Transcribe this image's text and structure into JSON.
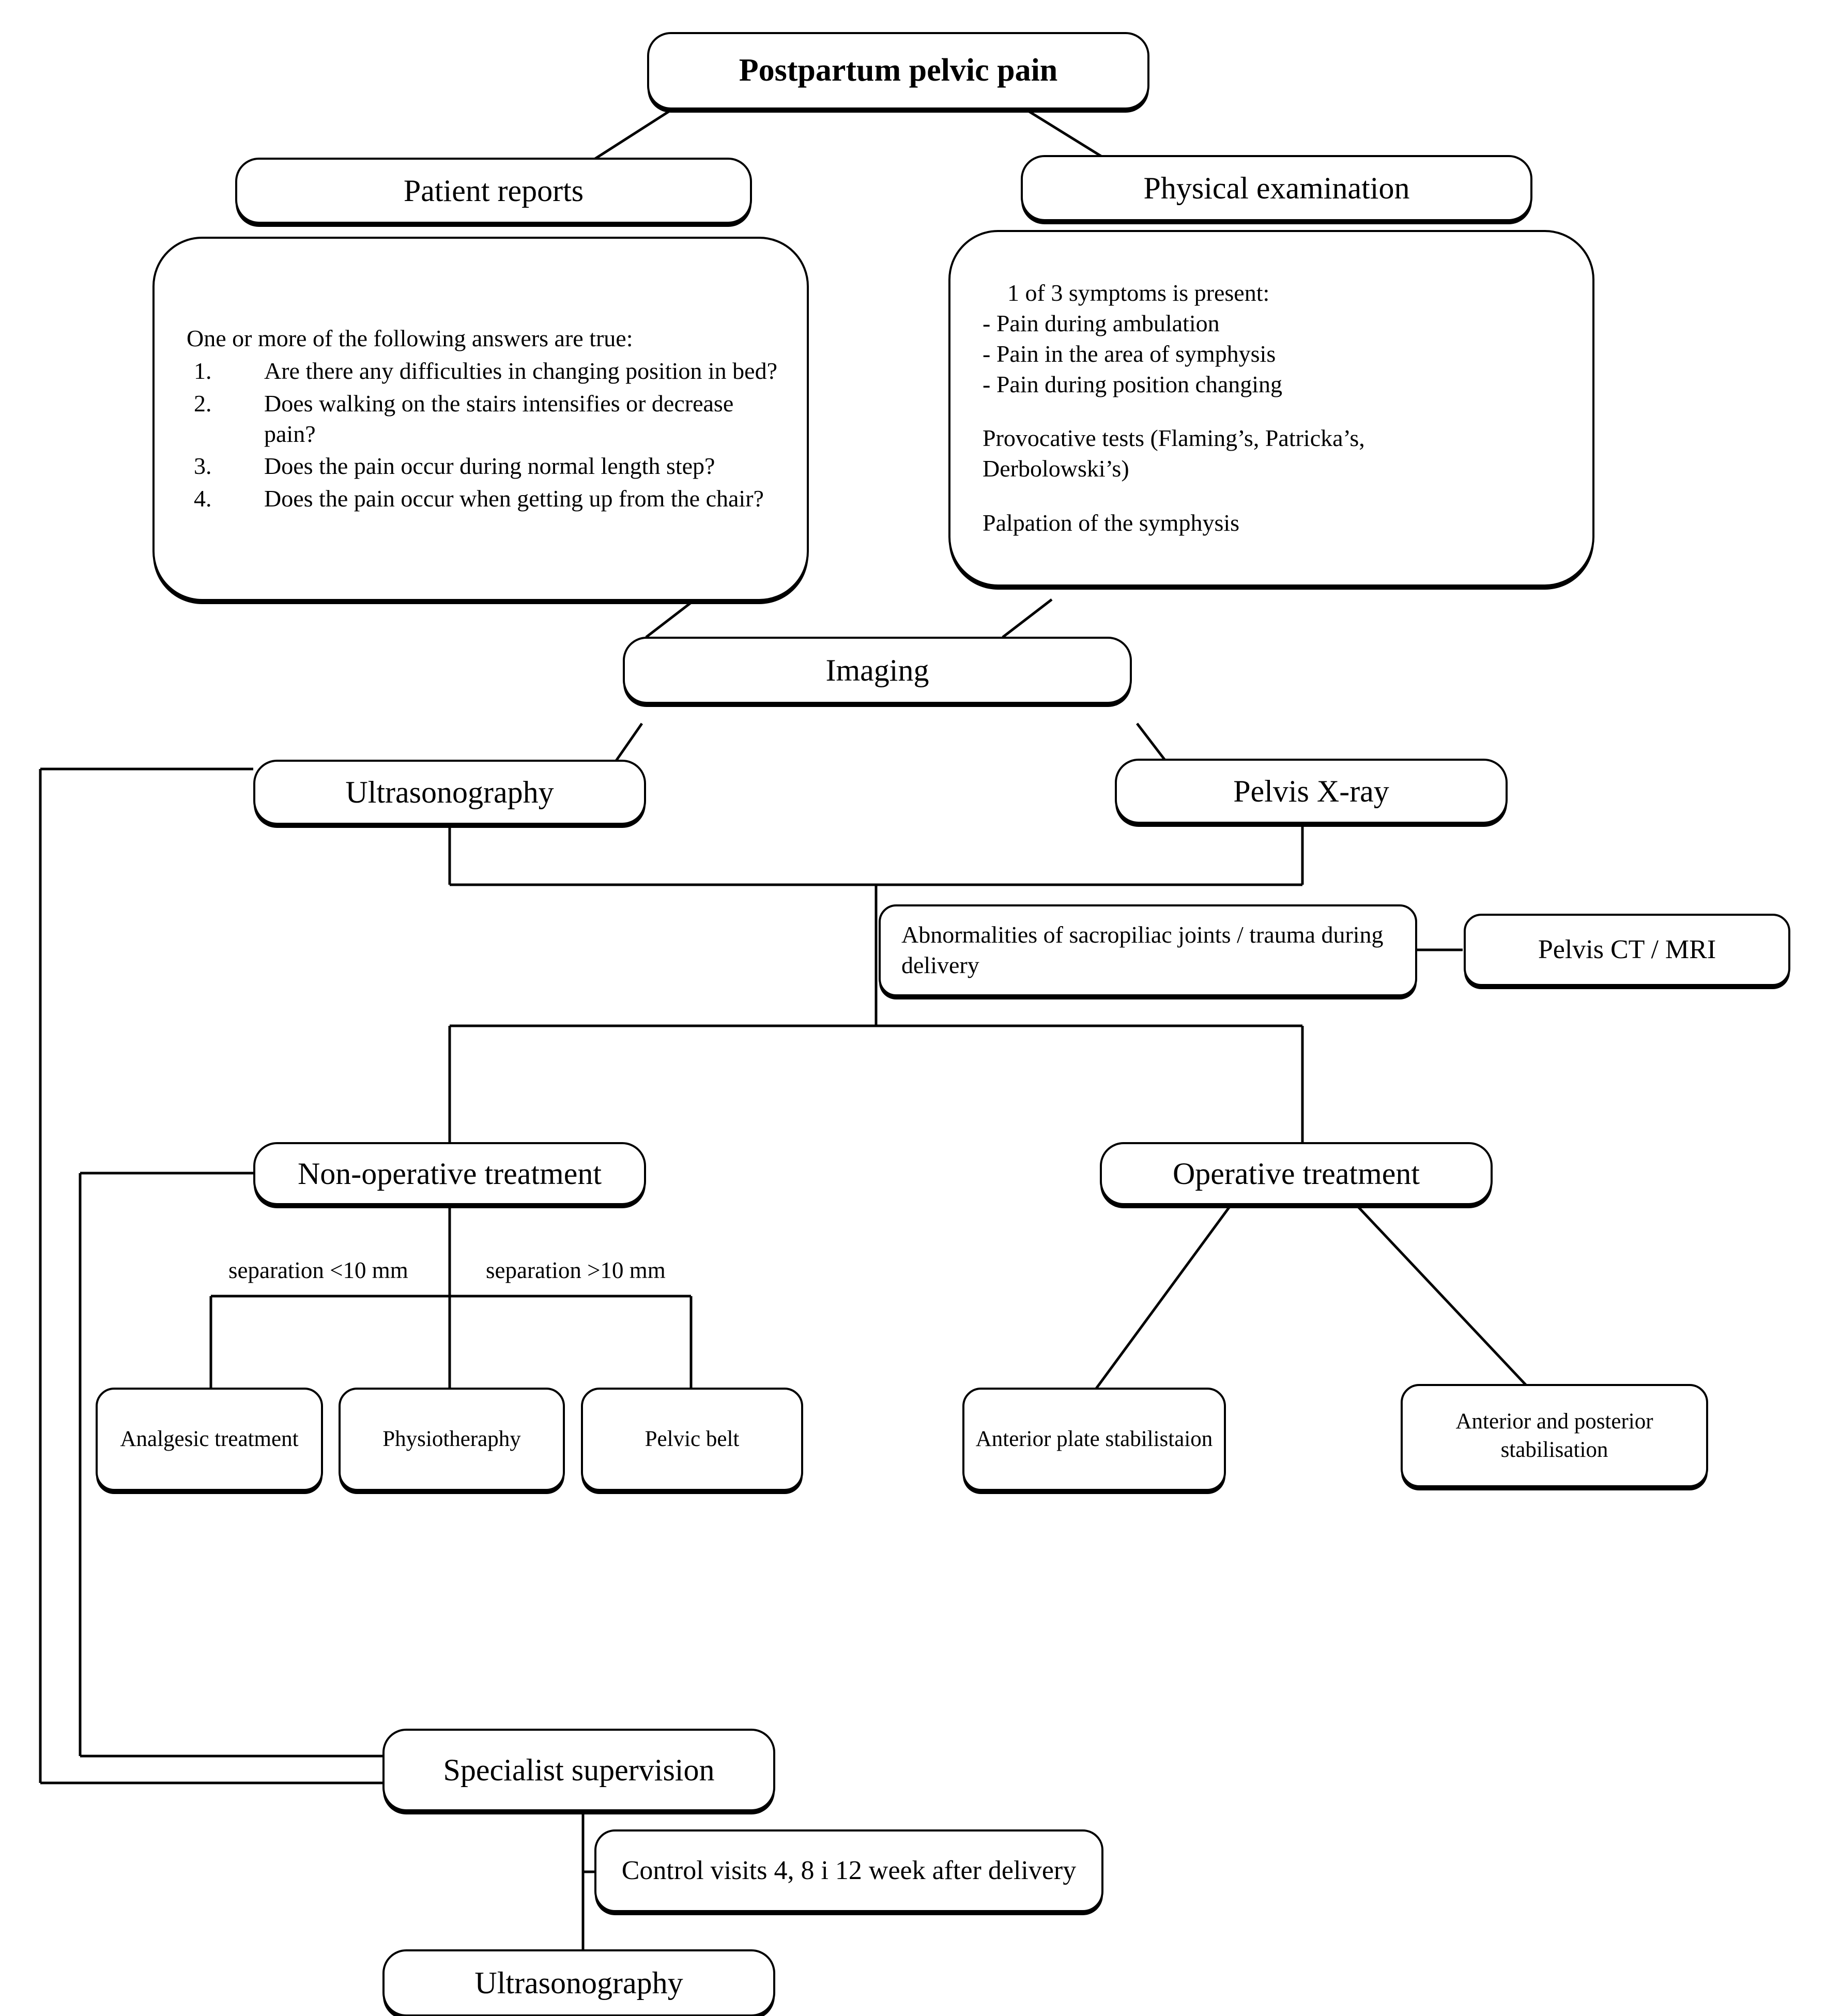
{
  "diagram": {
    "title": "Postpartum pelvic pain",
    "type": "clinical-algorithm-flowchart"
  },
  "nodes": {
    "root": {
      "label": "Postpartum pelvic pain"
    },
    "patient_reports": {
      "label": "Patient reports"
    },
    "physical_examination": {
      "label": "Physical examination"
    },
    "patient_reports_detail": {
      "intro": "One or more of the following answers are true:",
      "questions": [
        {
          "num": "1.",
          "text": "Are there any difficulties in changing position in bed?"
        },
        {
          "num": "2.",
          "text": "Does walking on the stairs intensifies or decrease pain?"
        },
        {
          "num": "3.",
          "text": "Does the pain occur during normal length step?"
        },
        {
          "num": "4.",
          "text": "Does the pain occur when getting up from the chair?"
        }
      ]
    },
    "physical_examination_detail": {
      "intro": "1 of 3 symptoms is present:",
      "symptoms": [
        "- Pain during ambulation",
        "- Pain in the area of symphysis",
        "- Pain during position changing"
      ],
      "provocative_tests": "Provocative tests (Flaming’s, Patricka’s, Derbolowski’s)",
      "palpation": "Palpation of the symphysis"
    },
    "imaging": {
      "label": "Imaging"
    },
    "ultrasonography": {
      "label": "Ultrasonography"
    },
    "pelvis_xray": {
      "label": "Pelvis X-ray"
    },
    "abnormalities": {
      "label": "Abnormalities of sacropiliac joints / trauma during delivery"
    },
    "pelvis_ct_mri": {
      "label": "Pelvis CT / MRI"
    },
    "non_operative_treatment": {
      "label": "Non-operative treatment"
    },
    "operative_treatment": {
      "label": "Operative treatment"
    },
    "analgesic_treatment": {
      "label": "Analgesic treatment"
    },
    "physiotheraphy": {
      "label": "Physiotheraphy"
    },
    "pelvic_belt": {
      "label": "Pelvic belt"
    },
    "anterior_plate": {
      "label": "Anterior plate stabilistaion"
    },
    "anterior_posterior": {
      "label": "Anterior and posterior stabilisation"
    },
    "specialist_supervision": {
      "label": "Specialist supervision"
    },
    "control_visits": {
      "label": "Control visits 4, 8 i 12 week after delivery"
    },
    "followup_ultrasonography": {
      "label": "Ultrasonography"
    }
  },
  "edge_labels": {
    "separation_lt": "separation <10 mm",
    "separation_gt": "separation >10 mm"
  },
  "colors": {
    "line": "#000000",
    "background": "#ffffff",
    "text": "#000000"
  }
}
